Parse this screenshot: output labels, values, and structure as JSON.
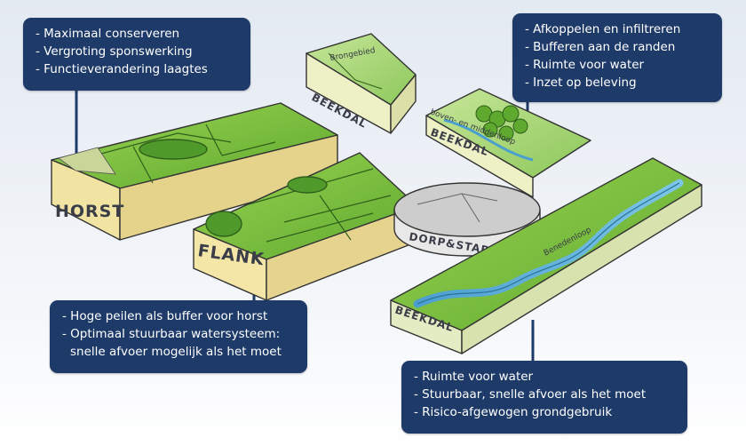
{
  "callouts": {
    "top_left": [
      "- Maximaal conserveren",
      "- Vergroting sponswerking",
      "- Functieverandering laagtes"
    ],
    "top_right": [
      "- Afkoppelen en infiltreren",
      "- Bufferen aan de randen",
      "- Ruimte voor water",
      "- Inzet op beleving"
    ],
    "mid_left": [
      "- Hoge peilen als buffer voor horst",
      "- Optimaal stuurbaar watersysteem:",
      "snelle afvoer mogelijk als het moet"
    ],
    "bottom_right": [
      "- Ruimte voor water",
      "- Stuurbaar, snelle afvoer als het moet",
      "- Risico-afgewogen grondgebruik"
    ]
  },
  "blocks": {
    "horst": "HORST",
    "flank": "FLANK",
    "dorp_stad": "DORP&STAD",
    "beekdal_top": "BEEKDAL",
    "beekdal_mid": "BEEKDAL",
    "beekdal_bottom": "BEEKDAL"
  },
  "annotations": {
    "brongebied": "Brongebied",
    "boven_middenloop": "boven- en middenloop",
    "benedenloop": "Benedenloop"
  },
  "colors": {
    "callout_bg": "#1d3a68",
    "grass": "#7fc241",
    "grass_light": "#a9d86a",
    "soil": "#f3e6a6",
    "water": "#5aaed6"
  }
}
